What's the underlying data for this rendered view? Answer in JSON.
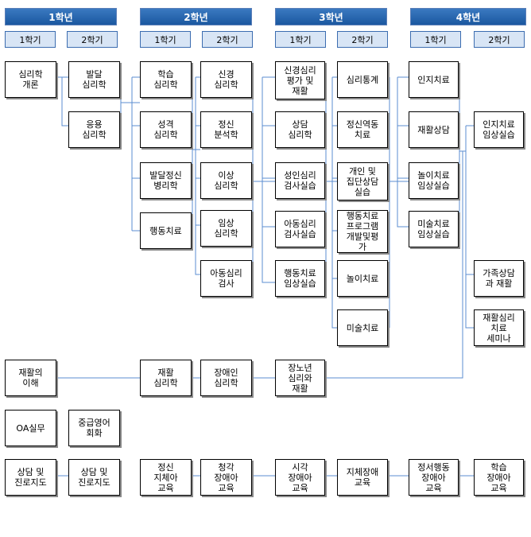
{
  "years": [
    "1학년",
    "2학년",
    "3학년",
    "4학년"
  ],
  "semesters": [
    "1학기",
    "2학기",
    "1학기",
    "2학기",
    "1학기",
    "2학기",
    "1학기",
    "2학기"
  ],
  "courses": {
    "c1": "심리학\n개론",
    "c2": "발달\n심리학",
    "c3": "응용\n심리학",
    "c4": "학습\n심리학",
    "c5": "성격\n심리학",
    "c6": "발달정신\n병리학",
    "c7": "행동치료",
    "c8": "신경\n심리학",
    "c9": "정신\n분석학",
    "c10": "이상\n심리학",
    "c11": "임상\n심리학",
    "c12": "아동심리\n검사",
    "c13": "신경심리\n평가 및\n재활",
    "c14": "상담\n심리학",
    "c15": "성인심리\n검사실습",
    "c16": "아동심리\n검사실습",
    "c17": "행동치료\n임상실습",
    "c18": "심리통계",
    "c19": "정신역동\n치료",
    "c20": "개인 및\n집단상담\n실습",
    "c21": "행동치료\n프로그램\n개발및평\n가",
    "c22": "놀이치료",
    "c23": "미술치료",
    "c24": "인지치료",
    "c25": "재활상담",
    "c26": "놀이치료\n임상실습",
    "c27": "미술치료\n임상실습",
    "c28": "인지치료\n임상실습",
    "c29": "가족상담\n과 재활",
    "c30": "재활심리\n치료\n세미나",
    "c31": "재활의\n이해",
    "c32": "재활\n심리학",
    "c33": "장애인\n심리학",
    "c34": "장노년\n심리와\n재활",
    "c35": "OA실무",
    "c36": "중급영어\n회화",
    "c37": "상담 및\n진로지도",
    "c38": "상담 및\n진로지도",
    "c39": "정신\n지체아\n교육",
    "c40": "청각\n장애아\n교육",
    "c41": "시각\n장애아\n교육",
    "c42": "지체장애\n교육",
    "c43": "정서행동\n장애아\n교육",
    "c44": "학습\n장애아\n교육"
  }
}
